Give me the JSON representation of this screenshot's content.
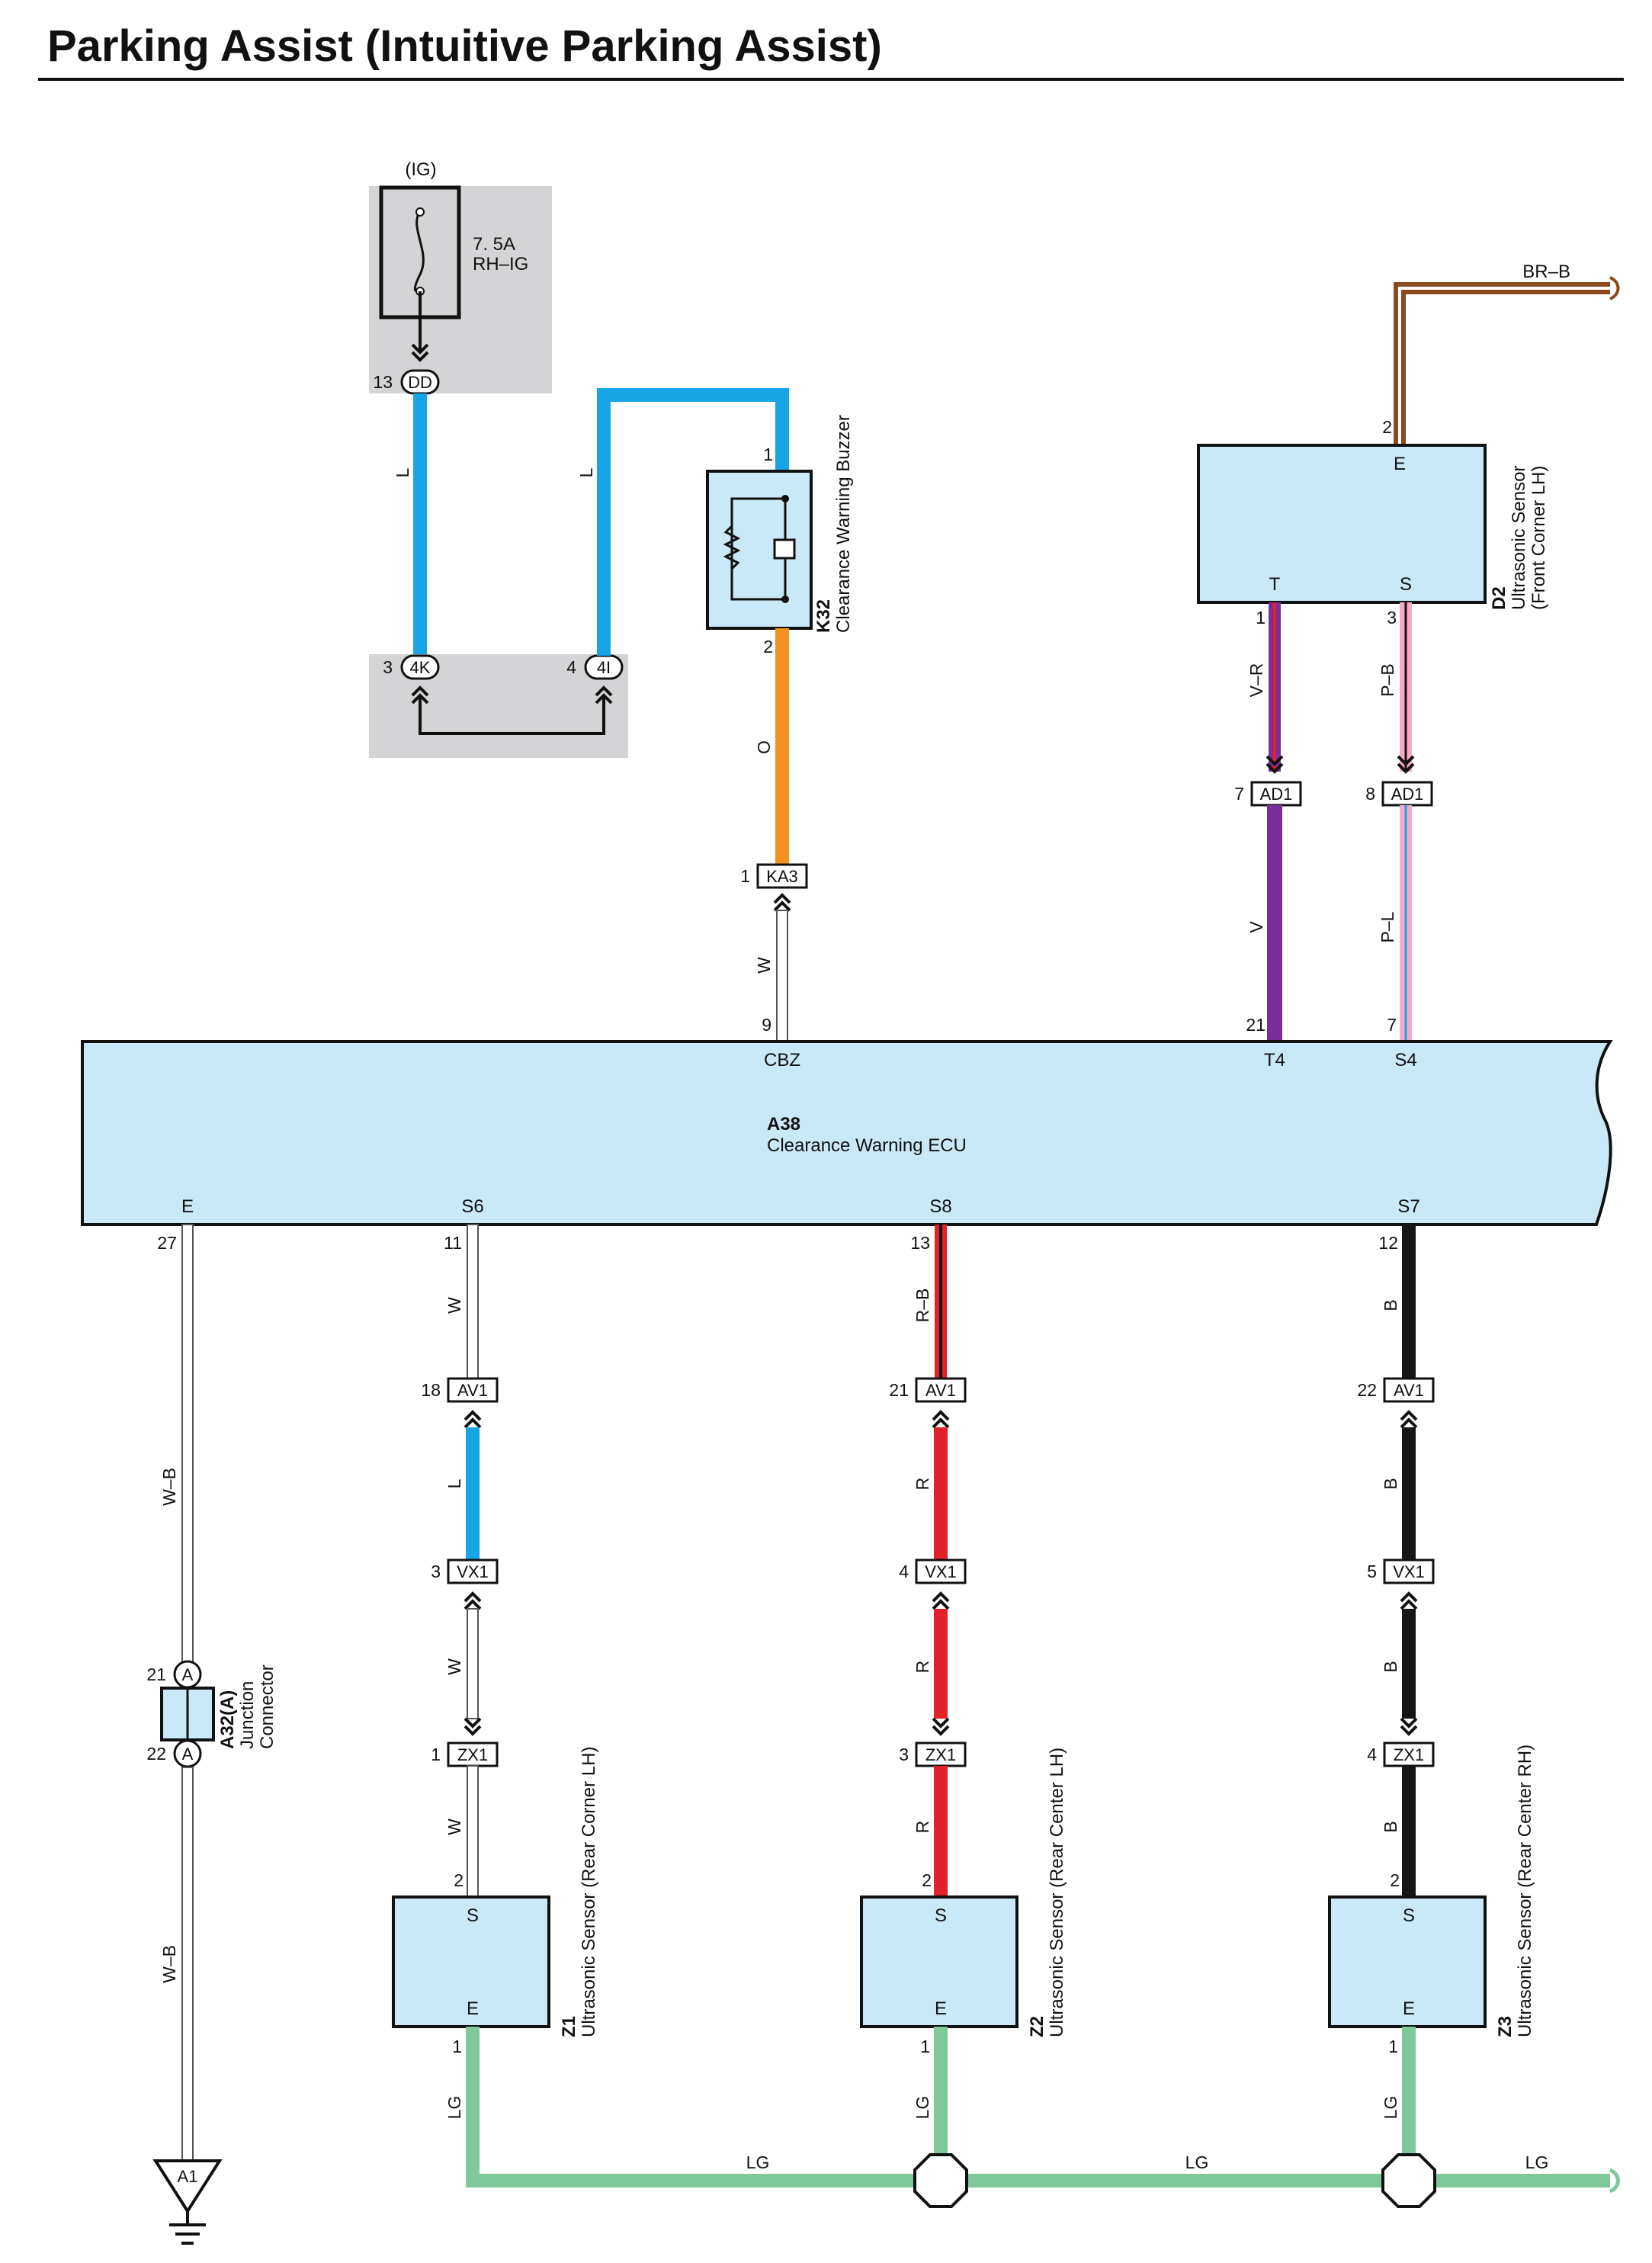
{
  "title": "Parking Assist (Intuitive Parking Assist)",
  "colors": {
    "L": "#17a5e6",
    "O": "#f29220",
    "V": "#7a2d9c",
    "R": "#e4202a",
    "B": "#161616",
    "LG": "#7ec89a",
    "W": "#ffffff",
    "BR": "#8a4a1e",
    "P": "#f5a9c8",
    "component_fill": "#c9e9f9",
    "shade": "#d4d4d6"
  },
  "fuse": {
    "supply": "(IG)",
    "rating": "7. 5A",
    "name": "RH–IG",
    "pin": "13",
    "connector": "DD"
  },
  "junction_block": {
    "pin_a": "3",
    "conn_a": "4K",
    "pin_b": "4",
    "conn_b": "4I"
  },
  "buzzer": {
    "code": "K32",
    "name": "Clearance Warning Buzzer",
    "pin_in": "1",
    "pin_out": "2"
  },
  "front_sensor": {
    "code": "D2",
    "name": "Ultrasonic Sensor",
    "name2": "(Front Corner LH)",
    "term_e": "E",
    "term_t": "T",
    "term_s": "S",
    "pin_e": "2",
    "pin_t": "1",
    "pin_s": "3",
    "supply_wire": "BR–B"
  },
  "ecu": {
    "code": "A38",
    "name": "Clearance Warning ECU",
    "top_terms": [
      {
        "term": "CBZ",
        "pin": "9"
      },
      {
        "term": "T4",
        "pin": "21"
      },
      {
        "term": "S4",
        "pin": "7"
      }
    ],
    "bottom_terms": [
      {
        "term": "E",
        "pin": "27"
      },
      {
        "term": "S6",
        "pin": "11"
      },
      {
        "term": "S8",
        "pin": "13"
      },
      {
        "term": "S7",
        "pin": "12"
      }
    ]
  },
  "connectors": {
    "ka3": {
      "pin": "1",
      "name": "KA3"
    },
    "ad1_t": {
      "pin": "7",
      "name": "AD1"
    },
    "ad1_s": {
      "pin": "8",
      "name": "AD1"
    },
    "av1_1": {
      "pin": "18",
      "name": "AV1"
    },
    "av1_2": {
      "pin": "21",
      "name": "AV1"
    },
    "av1_3": {
      "pin": "22",
      "name": "AV1"
    },
    "vx1_1": {
      "pin": "3",
      "name": "VX1"
    },
    "vx1_2": {
      "pin": "4",
      "name": "VX1"
    },
    "vx1_3": {
      "pin": "5",
      "name": "VX1"
    },
    "zx1_1": {
      "pin": "1",
      "name": "ZX1"
    },
    "zx1_2": {
      "pin": "3",
      "name": "ZX1"
    },
    "zx1_3": {
      "pin": "4",
      "name": "ZX1"
    }
  },
  "junction_connector": {
    "code": "A32(A)",
    "name": "Junction",
    "name2": "Connector",
    "pin_top": "21",
    "pin_bottom": "22",
    "letter": "A"
  },
  "ground": {
    "name": "A1"
  },
  "wire_labels": {
    "fuse_to_jb": "L",
    "jb_to_buzzer": "L",
    "buzzer_to_ka3": "O",
    "ka3_to_ecu": "W",
    "t_to_ad1": "V–R",
    "ad1_to_t4": "V",
    "s_to_ad1": "P–B",
    "ad1_to_s4": "P–L",
    "e_ecu": "W–B",
    "e_ground": "W–B",
    "s6_1": "W",
    "s6_2": "L",
    "s6_3": "W",
    "s6_4": "W",
    "s8_1": "R–B",
    "s8_2": "R",
    "s8_3": "R",
    "s8_4": "R",
    "s7_1": "B",
    "s7_2": "B",
    "s7_3": "B",
    "s7_4": "B",
    "lg_z1": "LG",
    "lg_z2": "LG",
    "lg_z3": "LG",
    "lg_bus_1": "LG",
    "lg_bus_2": "LG",
    "lg_bus_3": "LG"
  },
  "rear_sensors": [
    {
      "code": "Z1",
      "name": "Ultrasonic Sensor (Rear Corner LH)",
      "term_s": "S",
      "term_e": "E",
      "pin_s": "2",
      "pin_e": "1"
    },
    {
      "code": "Z2",
      "name": "Ultrasonic Sensor (Rear Center LH)",
      "term_s": "S",
      "term_e": "E",
      "pin_s": "2",
      "pin_e": "1"
    },
    {
      "code": "Z3",
      "name": "Ultrasonic Sensor (Rear Center RH)",
      "term_s": "S",
      "term_e": "E",
      "pin_s": "2",
      "pin_e": "1"
    }
  ]
}
